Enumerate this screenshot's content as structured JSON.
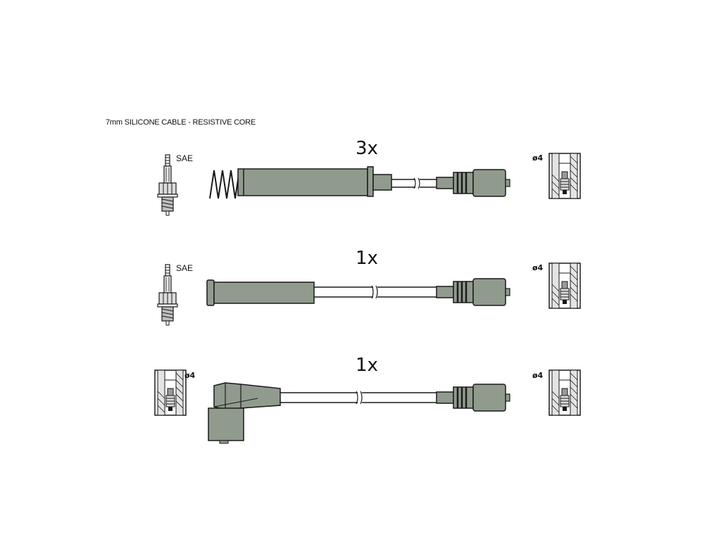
{
  "heading": "7mm SILICONE CABLE - RESISTIVE CORE",
  "rows": [
    {
      "quantity": "3x",
      "left_end": "spark-plug",
      "left_label": "SAE",
      "right_label": "ø4"
    },
    {
      "quantity": "1x",
      "left_end": "spark-plug",
      "left_label": "SAE",
      "right_label": "ø4"
    },
    {
      "quantity": "1x",
      "left_end": "terminal",
      "left_label": "ø4",
      "right_label": "ø4"
    }
  ],
  "colors": {
    "part_fill": "#909b8e",
    "outline": "#1a1a1a",
    "background": "#ffffff"
  }
}
